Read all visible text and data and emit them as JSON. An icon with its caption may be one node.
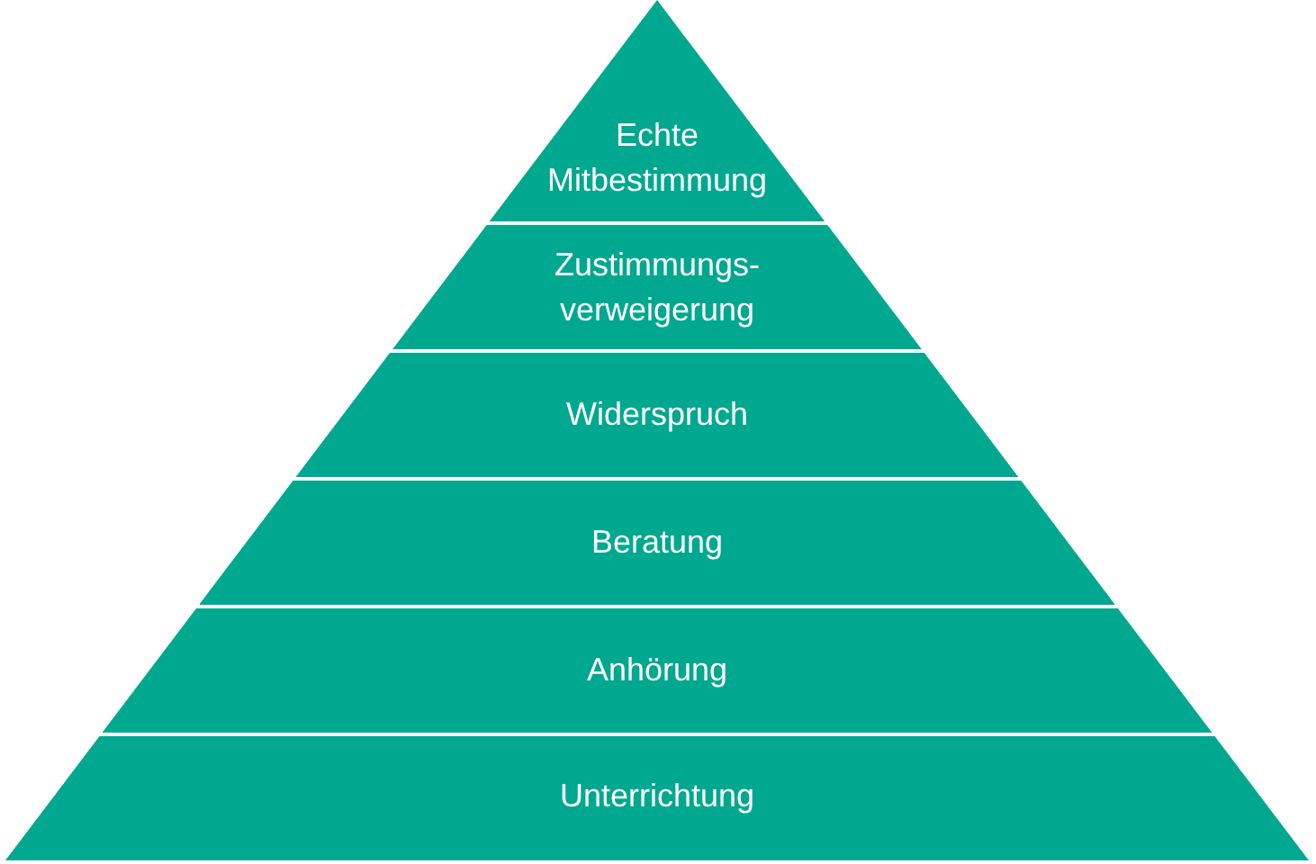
{
  "diagram": {
    "nodes": [
      {
        "text": [
          "Echte Mitbestimmung"
        ]
      },
      {
        "text": [
          "Zustimmungs-verweigerung"
        ]
      },
      {
        "text": [
          "Widerspruch"
        ]
      },
      {
        "text": [
          "Beratung"
        ]
      },
      {
        "text": [
          "Anhörung"
        ]
      },
      {
        "text": [
          "Unterrichtung"
        ]
      }
    ]
  }
}
